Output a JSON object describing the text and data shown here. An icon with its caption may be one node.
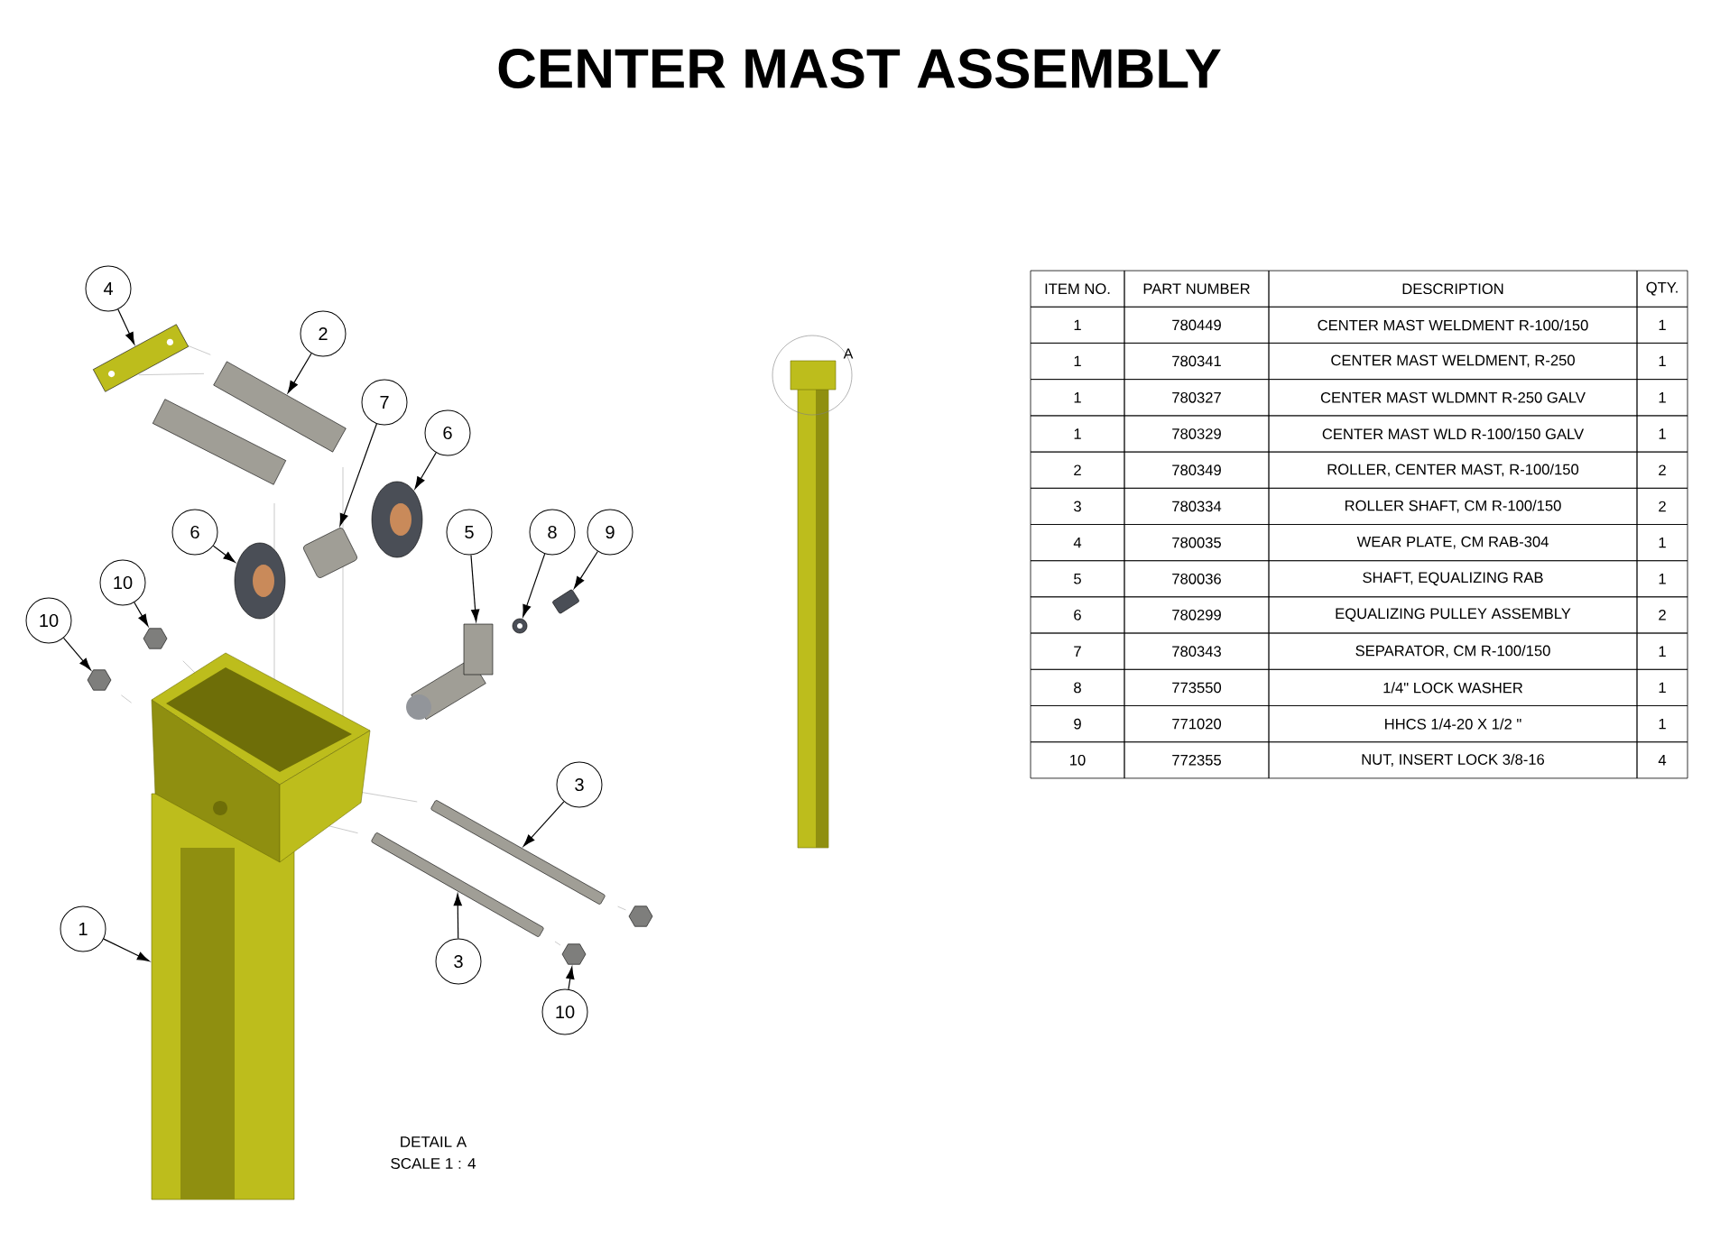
{
  "diagram": {
    "title": "CENTER MAST ASSEMBLY",
    "nodes": [
      {
        "text": [
          "4"
        ]
      },
      {
        "text": [
          "2"
        ]
      },
      {
        "text": [
          "7"
        ]
      },
      {
        "text": [
          "6"
        ]
      },
      {
        "text": [
          "6"
        ]
      },
      {
        "text": [
          "5"
        ]
      },
      {
        "text": [
          "8"
        ]
      },
      {
        "text": [
          "9"
        ]
      },
      {
        "text": [
          "10"
        ]
      },
      {
        "text": [
          "10"
        ]
      },
      {
        "text": [
          "3"
        ]
      },
      {
        "text": [
          "3"
        ]
      },
      {
        "text": [
          "10"
        ]
      },
      {
        "text": [
          "1"
        ]
      },
      {
        "text": [],
        "shape": "picture"
      },
      {
        "text": [],
        "shape": "picture"
      },
      {
        "text": [],
        "shape": "picture"
      },
      {
        "text": [],
        "shape": "picture"
      },
      {
        "text": [],
        "shape": "picture"
      },
      {
        "text": [],
        "shape": "picture"
      },
      {
        "text": [],
        "shape": "picture"
      },
      {
        "text": [],
        "shape": "picture"
      },
      {
        "text": [],
        "shape": "picture"
      },
      {
        "text": [],
        "shape": "picture"
      },
      {
        "text": [],
        "shape": "picture"
      },
      {
        "text": [],
        "shape": "picture"
      },
      {
        "text": [],
        "shape": "picture"
      },
      {
        "text": [],
        "shape": "picture"
      },
      {
        "text": [],
        "shape": "picture"
      },
      {
        "text": [],
        "shape": "picture"
      }
    ],
    "edges": [
      {
        "from": 0,
        "to": 14,
        "arrow": "to"
      },
      {
        "from": 1,
        "to": 15,
        "arrow": "to"
      },
      {
        "from": 2,
        "to": 16,
        "arrow": "to"
      },
      {
        "from": 3,
        "to": 17,
        "arrow": "to"
      },
      {
        "from": 4,
        "to": 18,
        "arrow": "to"
      },
      {
        "from": 5,
        "to": 19,
        "arrow": "to"
      },
      {
        "from": 6,
        "to": 20,
        "arrow": "to"
      },
      {
        "from": 7,
        "to": 21,
        "arrow": "to"
      },
      {
        "from": 8,
        "to": 22,
        "arrow": "to"
      },
      {
        "from": 9,
        "to": 23,
        "arrow": "to"
      },
      {
        "from": 10,
        "to": 24,
        "arrow": "to"
      },
      {
        "from": 11,
        "to": 25,
        "arrow": "to"
      },
      {
        "from": 12,
        "to": 26,
        "arrow": "to"
      },
      {
        "from": 13,
        "to": 27,
        "arrow": "to"
      }
    ],
    "labels": [
      "A",
      "DETAIL A",
      "SCALE 1 : 4",
      "ITEM NO.",
      "PART NUMBER",
      "DESCRIPTION",
      "QTY.",
      "1",
      "780449",
      "CENTER MAST WELDMENT R-100/150",
      "1",
      "1",
      "780341",
      "CENTER MAST WELDMENT, R-250",
      "1",
      "1",
      "780327",
      "CENTER MAST WLDMNT R-250 GALV",
      "1",
      "1",
      "780329",
      "CENTER MAST WLD R-100/150 GALV",
      "1",
      "2",
      "780349",
      "ROLLER, CENTER MAST, R-100/150",
      "2",
      "3",
      "780334",
      "ROLLER SHAFT, CM R-100/150",
      "2",
      "4",
      "780035",
      "WEAR PLATE, CM RAB-304",
      "1",
      "5",
      "780036",
      "SHAFT, EQUALIZING RAB",
      "1",
      "6",
      "780299",
      "EQUALIZING PULLEY ASSEMBLY",
      "2",
      "7",
      "780343",
      "SEPARATOR, CM R-100/150",
      "1",
      "8",
      "773550",
      "1/4\" LOCK WASHER",
      "1",
      "9",
      "771020",
      "HHCS 1/4-20 X 1/2 \"",
      "1",
      "10",
      "772355",
      "NUT, INSERT LOCK 3/8-16",
      "4"
    ]
  }
}
